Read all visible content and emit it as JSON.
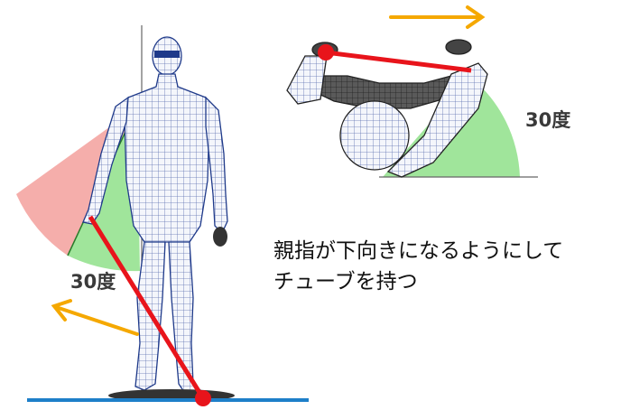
{
  "labels": {
    "front_angle": "30度",
    "top_angle": "30度"
  },
  "caption": {
    "line1": "親指が下向きになるようにして",
    "line2": "チューブを持つ"
  },
  "colors": {
    "band": "#e8141b",
    "arrow": "#f5a800",
    "floor": "#1e7fc9",
    "green_sector": "#8fe08a",
    "red_sector": "#f29a96",
    "mesh": "#1f3a8a"
  },
  "illustration": {
    "front_figure": "standing-wireframe-figure",
    "top_figure": "top-view-wireframe-figure"
  }
}
